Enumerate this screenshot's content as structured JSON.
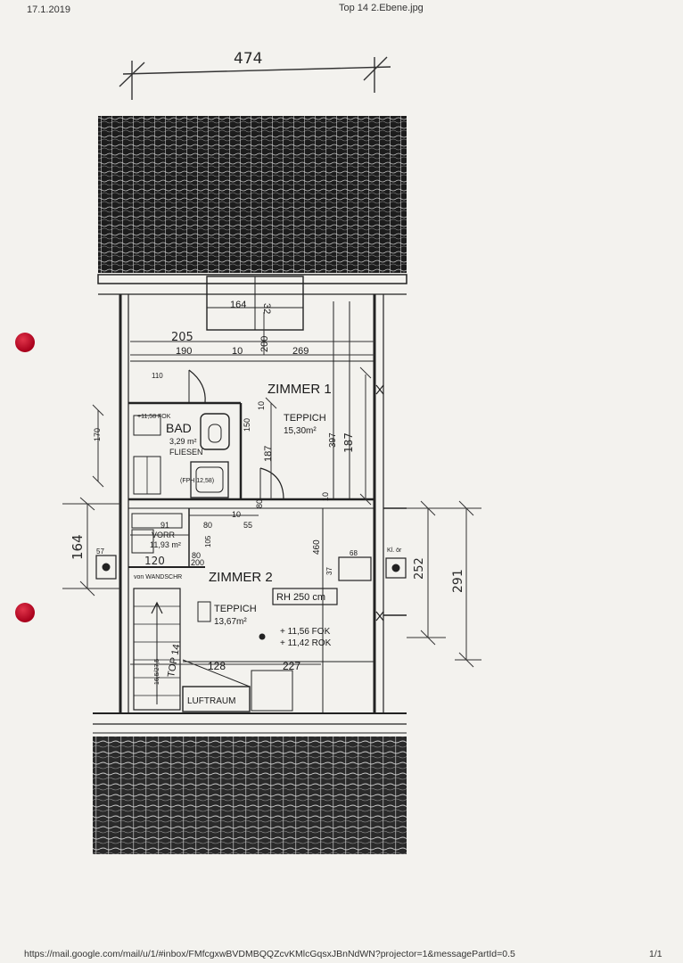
{
  "header": {
    "date": "17.1.2019",
    "title": "Top 14 2.Ebene.jpg"
  },
  "footer": {
    "url": "https://mail.google.com/mail/u/1/#inbox/FMfcgxwBVDMBQQZcvKMlcGqsxJBnNdWN?projector=1&messagePartId=0.5",
    "page": "1/1"
  },
  "plan": {
    "rooms": {
      "zimmer1": {
        "name": "ZIMMER 1",
        "floor": "TEPPICH",
        "area": "15,30m²"
      },
      "zimmer2": {
        "name": "ZIMMER 2",
        "floor": "TEPPICH",
        "area": "13,67m²"
      },
      "bad": {
        "name": "BAD",
        "area": "3,29 m²",
        "floor": "FLIESEN"
      },
      "vorr": {
        "name": "VORR",
        "area": "11,93 m²"
      },
      "luftraum": {
        "name": "LUFTRAUM"
      }
    },
    "notes": {
      "top": "TOP 14",
      "rh": "RH 250 cm",
      "fok1": "+ 11,56 FOK",
      "rok1": "+ 11,42 ROK",
      "fok_bad": "+11,58 FOK",
      "wandschr": "von WANDSCHR",
      "fph": "(FPH 12,58)",
      "stair": "16,5/27,5",
      "kl_or": "Kl. ör"
    },
    "dims": {
      "d474": "474",
      "d164a": "164",
      "d32": "32",
      "d205": "205",
      "d190": "190",
      "d10a": "10",
      "d200a": "200",
      "d269": "269",
      "d110": "110",
      "d10b": "10",
      "d150": "150",
      "d187a": "187",
      "d397": "397",
      "d187b": "187",
      "d80a": "80",
      "d10c": "10",
      "d170": "170",
      "d91": "91",
      "d80b": "80",
      "d10d": "10",
      "d55": "55",
      "d105": "105",
      "d120": "120",
      "d80c": "80",
      "d200b": "200",
      "d164b": "164",
      "d57": "57",
      "d460": "460",
      "d37": "37",
      "d68": "68",
      "d252": "252",
      "d291": "291",
      "d128": "128",
      "d227": "227"
    }
  }
}
